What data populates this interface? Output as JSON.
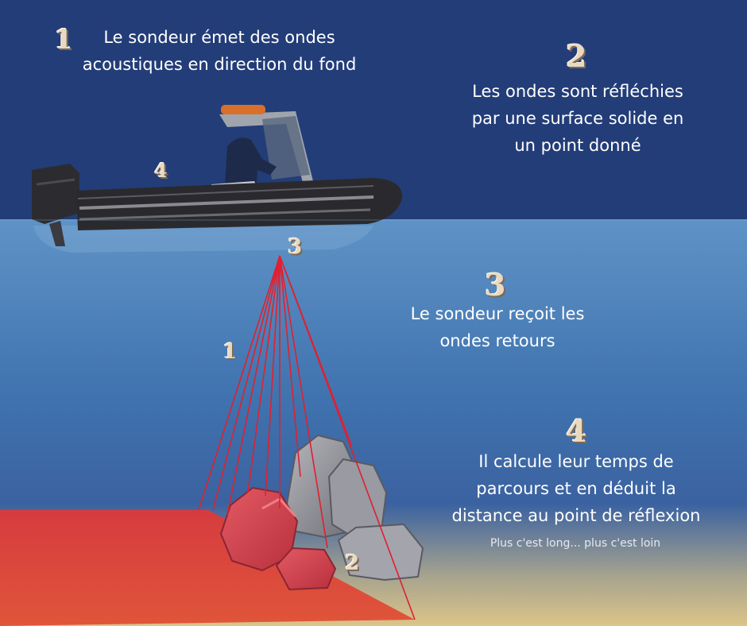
{
  "colors": {
    "sky": "#233d78",
    "water_top": "#5a8cc0",
    "water_mid": "#3a6aa8",
    "seabed_sand": "#d6c08a",
    "seabed_red": "#d84838",
    "wave_line": "#e02030",
    "number_fill": "#e9d9c0"
  },
  "steps": [
    {
      "number": "1",
      "text_line1": "Le sondeur émet des ondes",
      "text_line2": "acoustiques en direction du fond"
    },
    {
      "number": "2",
      "text_line1": "Les ondes sont réfléchies",
      "text_line2": "par une surface solide en",
      "text_line3": "un point donné"
    },
    {
      "number": "3",
      "text_line1": "Le sondeur reçoit les",
      "text_line2": "ondes retours"
    },
    {
      "number": "4",
      "text_line1": "Il calcule leur temps de",
      "text_line2": "parcours et en déduit la",
      "text_line3": "distance au point de réflexion",
      "note": "Plus c'est long... plus c'est loin"
    }
  ],
  "markers": {
    "boat": "4",
    "transducer": "3",
    "beam": "1",
    "reflection": "2"
  },
  "icons": [
    "boat-icon",
    "rocks-icon",
    "sonar-beam-icon"
  ]
}
